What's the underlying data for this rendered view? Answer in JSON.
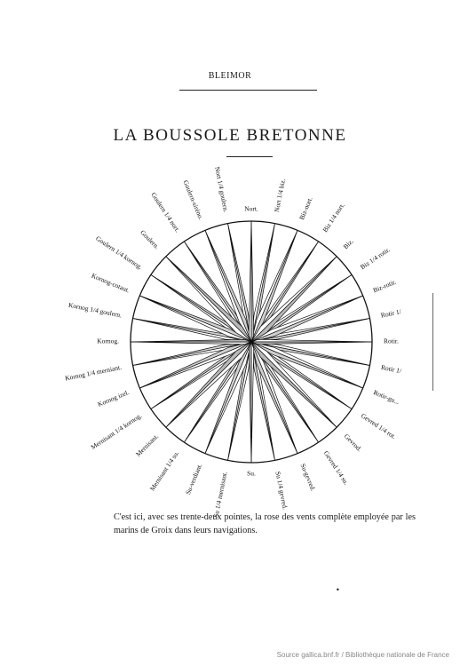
{
  "header": {
    "running_title": "BLEIMOR"
  },
  "title": "LA BOUSSOLE BRETONNE",
  "compass": {
    "points": [
      "Nort.",
      "Nort 1/4 biz.",
      "Biz-nort.",
      "Biz 1/4 nort.",
      "Biz.",
      "Biz 1/4 rotir.",
      "Biz-rotir.",
      "Rotir 1/",
      "Rotir.",
      "Rotir 1/",
      "Rotir-gu...",
      "Gevred 1/4 rot.",
      "Gevrod.",
      "Gevred 1/4 su.",
      "Su-gevred.",
      "Su 1/4 gevred.",
      "Su.",
      "Su 1/4 mernisant.",
      "Su-verdiant.",
      "Mernisant 1/4 su.",
      "Mernisant.",
      "Mernisant 1/4 kornog.",
      "Kornog izel.",
      "Kornog 1/4 merniant.",
      "Kornog.",
      "Kornog 1/4 goulern.",
      "Kornog-cotaut.",
      "Goulern 1/4 kornog.",
      "Goulern.",
      "Goulern 1/4 nort.",
      "Goulern-siréno.",
      "Nort 1/4 goulern."
    ]
  },
  "caption": "C'est ici, avec ses trente-deux pointes, la rose des vents complète employée par les marins de Groix dans leurs navigations.",
  "source": "Source gallica.bnf.fr / Bibliothèque nationale de France"
}
